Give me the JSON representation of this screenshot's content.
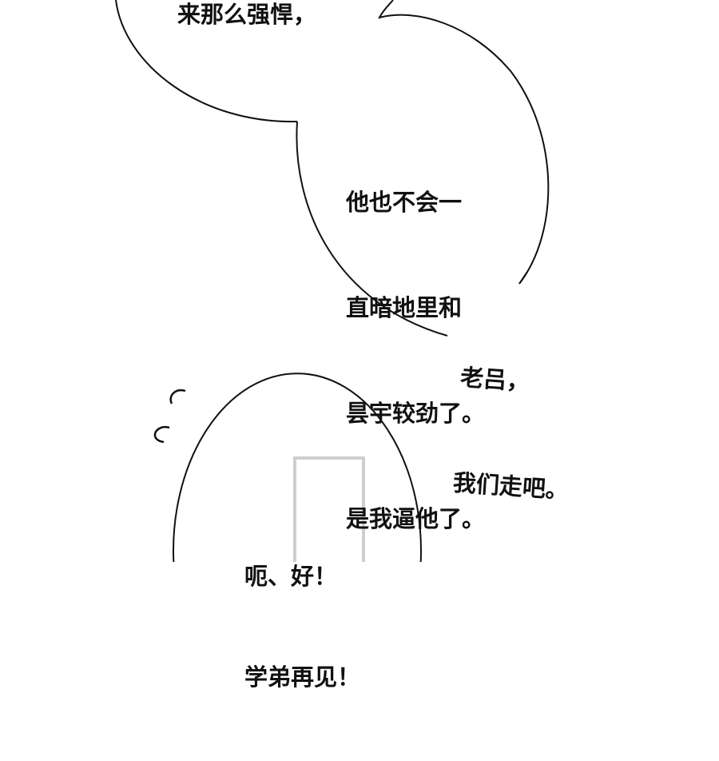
{
  "bubbles": [
    {
      "id": "top",
      "lines": [
        "来那么强悍，"
      ]
    },
    {
      "id": "middle",
      "lines": [
        "他也不会一",
        "直暗地里和",
        "昙宇较劲了。",
        "是我逼他了。"
      ]
    },
    {
      "id": "tail",
      "lines": [
        "老吕，",
        "我们走吧。"
      ]
    },
    {
      "id": "bottom",
      "lines": [
        "呃、好！",
        "学弟再见！"
      ]
    }
  ],
  "colors": {
    "ink": "#111111",
    "background": "#ffffff",
    "frame": "#cfcfcf"
  }
}
